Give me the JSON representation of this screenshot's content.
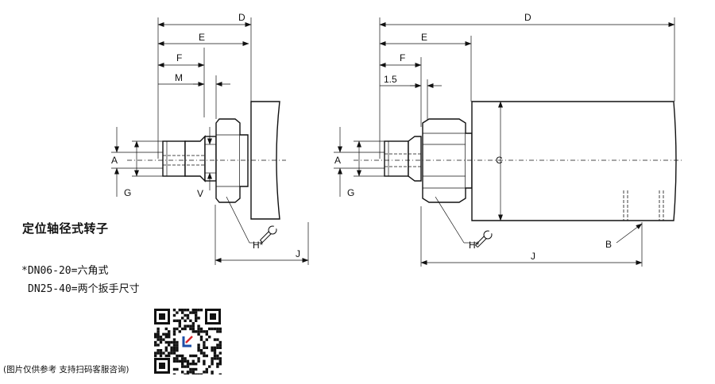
{
  "left_view": {
    "labels": {
      "D": "D",
      "E": "E",
      "F": "F",
      "M": "M",
      "A": "A",
      "G": "G",
      "V": "V",
      "H": "H*",
      "J": "J"
    }
  },
  "right_view": {
    "labels": {
      "D": "D",
      "E": "E",
      "F": "F",
      "offset": "1.5",
      "A": "A",
      "G": "G",
      "C": "C",
      "H": "H*",
      "B": "B",
      "J": "J"
    }
  },
  "caption": {
    "title": "定位轴径式转子",
    "note1": "*DN06-20=六角式",
    "note2": "DN25-40=两个扳手尺寸",
    "footer": "(图片仅供参考 支持扫码客服咨询)"
  },
  "icons": {
    "wrench": "wrench-icon",
    "qr": "qr-code-icon",
    "logo": "brand-logo"
  },
  "colors": {
    "line": "#111111",
    "logo_blue": "#1f4fa8",
    "logo_red": "#d8232a"
  }
}
